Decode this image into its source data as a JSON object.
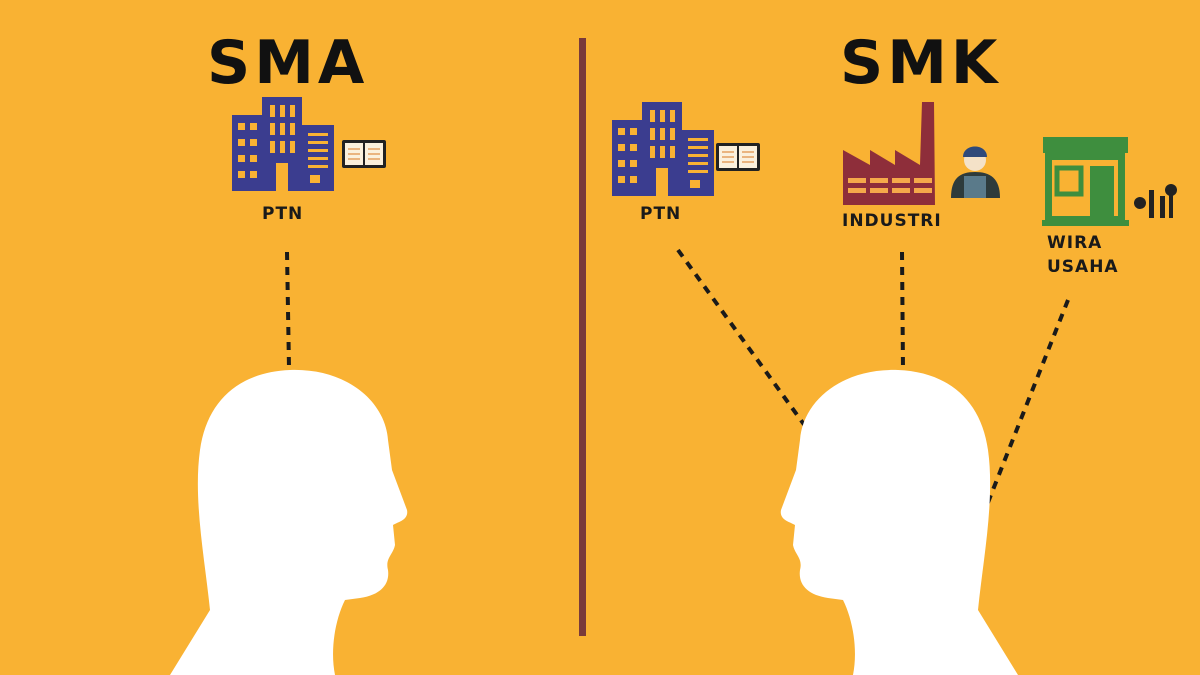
{
  "left": {
    "title": "SMA",
    "destinations": [
      {
        "label": "PTN",
        "icon": "university-building-icon"
      }
    ]
  },
  "right": {
    "title": "SMK",
    "destinations": [
      {
        "label": "PTN",
        "icon": "university-building-icon"
      },
      {
        "label": "INDUSTRI",
        "icon": "factory-icon"
      },
      {
        "label_line1": "WIRA",
        "label_line2": "USAHA",
        "icon": "shop-icon"
      }
    ]
  },
  "colors": {
    "background": "#F9B233",
    "building": "#3B3D8F",
    "factory": "#8E2E3A",
    "shop": "#3E8E3E",
    "divider": "#7A3A3A",
    "head": "#FFFFFF"
  }
}
